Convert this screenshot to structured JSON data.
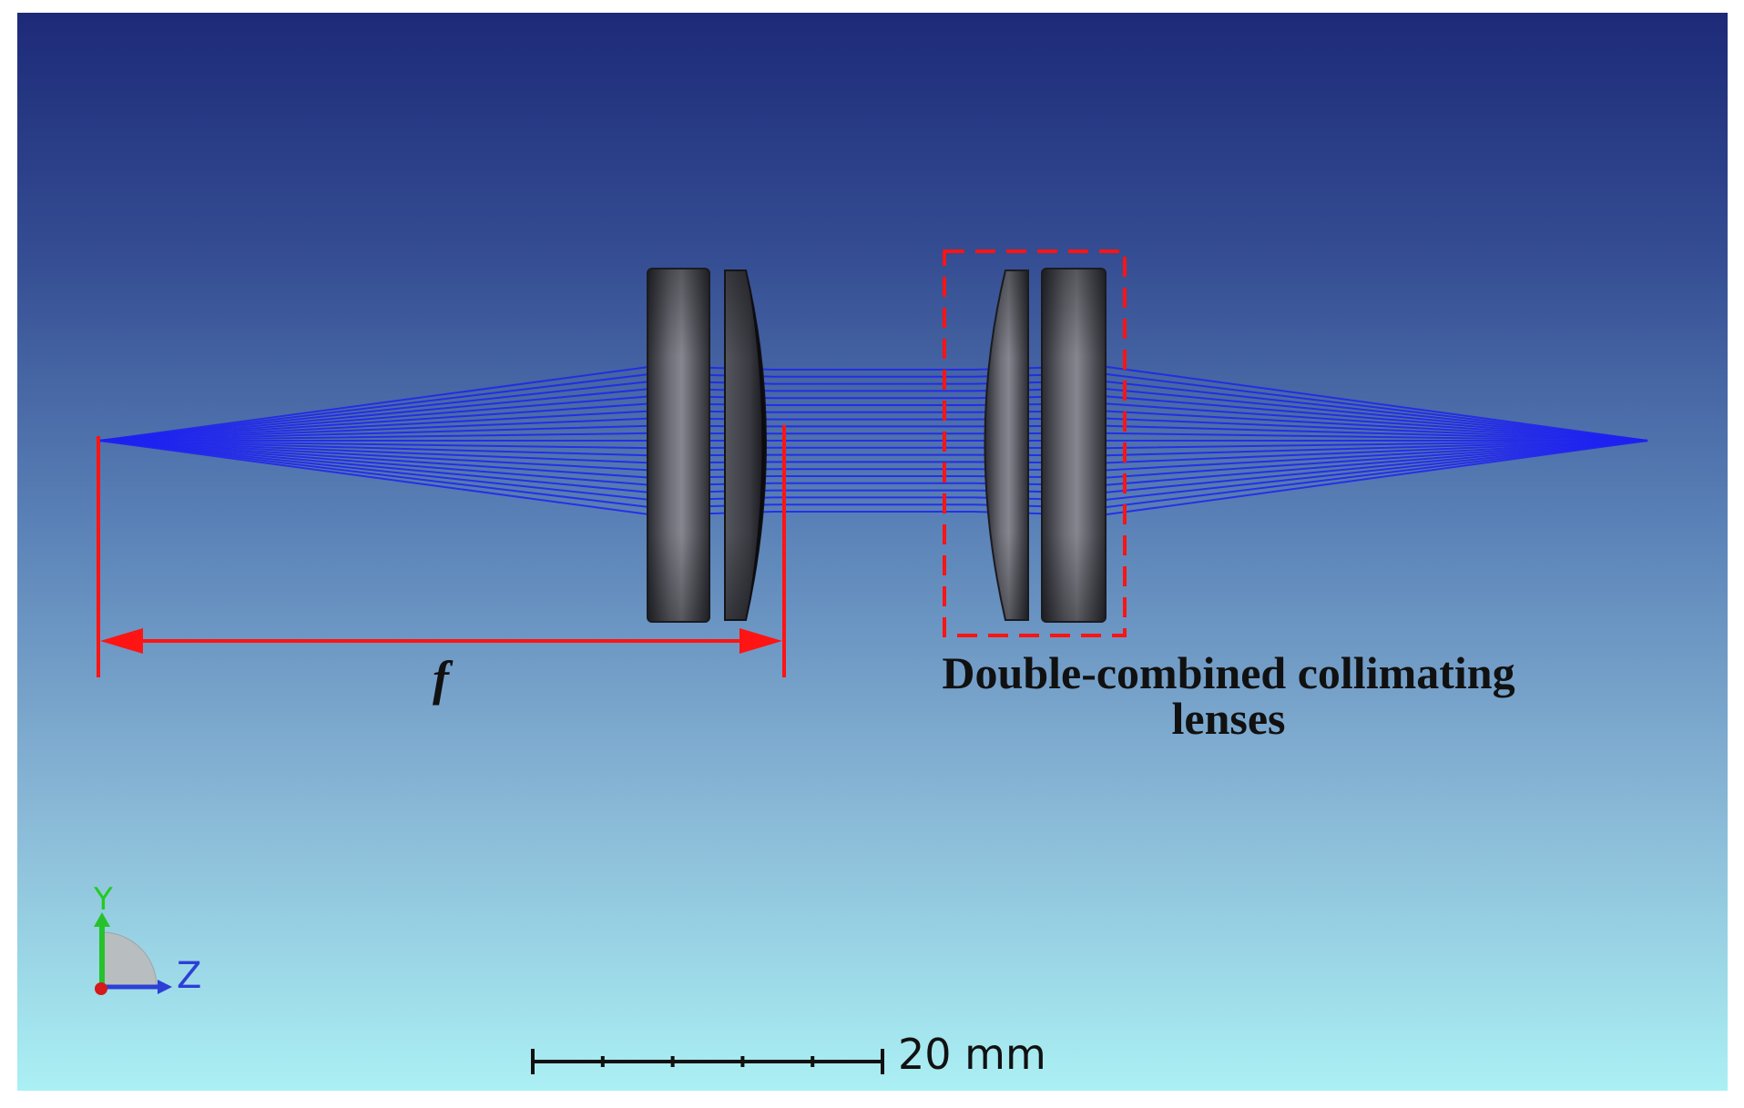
{
  "focal_label": "f",
  "annotation": [
    "Double-combined collimating",
    "lenses"
  ],
  "scale_bar": {
    "label": "20 mm",
    "divisions": 5
  },
  "axis_triad": {
    "vertical": "Y",
    "horizontal": "Z"
  },
  "colors": {
    "rays": "#1e22f0",
    "dimension": "#ff1414",
    "lens": "#4c4d55",
    "text": "#111111"
  }
}
